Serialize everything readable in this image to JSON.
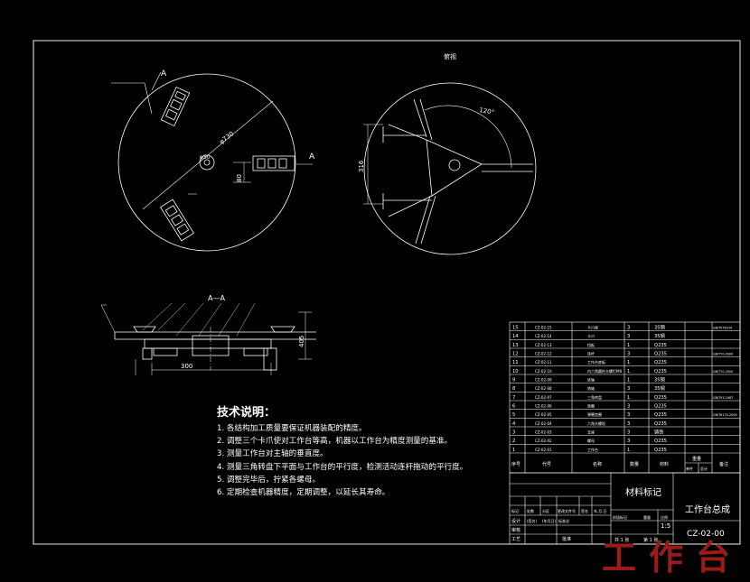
{
  "labels": {
    "section_a_top": "A",
    "section_a_right": "A",
    "dia_outer": "φ730",
    "dia_hole": "φ50",
    "offset": "80",
    "top_view_title": "俯视",
    "angle": "120°",
    "height_316": "316",
    "section_title": "A—A",
    "dim_300": "300",
    "dim_405": "405"
  },
  "notes": {
    "title": "技术说明：",
    "items": [
      "1. 各结构加工质量要保证机器装配的精度。",
      "2. 调整三个卡爪使对工作台等高，机器以工作台为精度测量的基准。",
      "3. 测量工作台对主轴的垂直度。",
      "4. 测量三角转盘下平面与工作台的平行度，检测活动连杆拖动的平行度。",
      "5. 调整完毕后，拧紧各螺母。",
      "6. 定期检查机器精度，定期调整，以延长其寿命。"
    ]
  },
  "bom": {
    "rows": [
      {
        "no": "15",
        "code": "CZ-02-15",
        "name": "卡爪座",
        "qty": "3",
        "mat": "35钢",
        "note": "GB/T5783-M"
      },
      {
        "no": "14",
        "code": "CZ-02-14",
        "name": "卡爪",
        "qty": "3",
        "mat": "35钢",
        "note": ""
      },
      {
        "no": "13",
        "code": "CZ-02-13",
        "name": "挡板",
        "qty": "1",
        "mat": "Q235",
        "note": ""
      },
      {
        "no": "12",
        "code": "CZ-02-12",
        "name": "连杆",
        "qty": "3",
        "mat": "Q235",
        "note": "GB/T70-2000"
      },
      {
        "no": "11",
        "code": "CZ-02-11",
        "name": "工作台底板",
        "qty": "1",
        "mat": "Q235",
        "note": ""
      },
      {
        "no": "10",
        "code": "CZ-02-10",
        "name": "内六角圆柱头螺钉M8",
        "qty": "1",
        "mat": "Q235",
        "note": "GB/T70-2000"
      },
      {
        "no": "9",
        "code": "CZ-02-09",
        "name": "转轴",
        "qty": "1",
        "mat": "35钢",
        "note": ""
      },
      {
        "no": "8",
        "code": "CZ-02-08",
        "name": "销轴",
        "qty": "3",
        "mat": "35钢",
        "note": ""
      },
      {
        "no": "7",
        "code": "CZ-02-07",
        "name": "三角转盘",
        "qty": "1",
        "mat": "Q235",
        "note": "GB/T93-1987"
      },
      {
        "no": "6",
        "code": "CZ-02-06",
        "name": "垫圈",
        "qty": "3",
        "mat": "Q235",
        "note": ""
      },
      {
        "no": "5",
        "code": "CZ-02-05",
        "name": "弹簧垫圈",
        "qty": "3",
        "mat": "Q235",
        "note": "GB/T6170-2000"
      },
      {
        "no": "4",
        "code": "CZ-02-04",
        "name": "六角头螺栓",
        "qty": "3",
        "mat": "Q235",
        "note": ""
      },
      {
        "no": "3",
        "code": "CZ-02-03",
        "name": "支座",
        "qty": "3",
        "mat": "铸铁",
        "note": ""
      },
      {
        "no": "2",
        "code": "CZ-02-02",
        "name": "螺母",
        "qty": "3",
        "mat": "Q235",
        "note": ""
      },
      {
        "no": "1",
        "code": "CZ-02-01",
        "name": "工作台",
        "qty": "1",
        "mat": "Q235",
        "note": ""
      }
    ],
    "hdr_no": "序号",
    "hdr_code": "代号",
    "hdr_name": "名称",
    "hdr_qty": "数量",
    "hdr_mat": "材料",
    "hdr_weight": "重量",
    "hdr_unit": "单件",
    "hdr_total": "总计",
    "hdr_note": "备注"
  },
  "titleblock": {
    "material_mark": "材料标记",
    "drawing_name": "工作台总成",
    "drawing_code": "CZ-02-00",
    "scale": "1:5",
    "rev_headers": [
      "标记",
      "处数",
      "分区",
      "更改文件号",
      "签名",
      "年.月.日"
    ],
    "row_design": "设计",
    "row_std": "(签名)",
    "row_date": "(年月日)",
    "row_std2": "标准化",
    "row_check": "审核",
    "row_craft": "工艺",
    "row_approve": "批准",
    "stage_labels": [
      "阶段标记",
      "重量",
      "比例"
    ],
    "sheet_total": "共 1 张",
    "sheet_no": "第 1 张"
  },
  "watermark": "工作台"
}
